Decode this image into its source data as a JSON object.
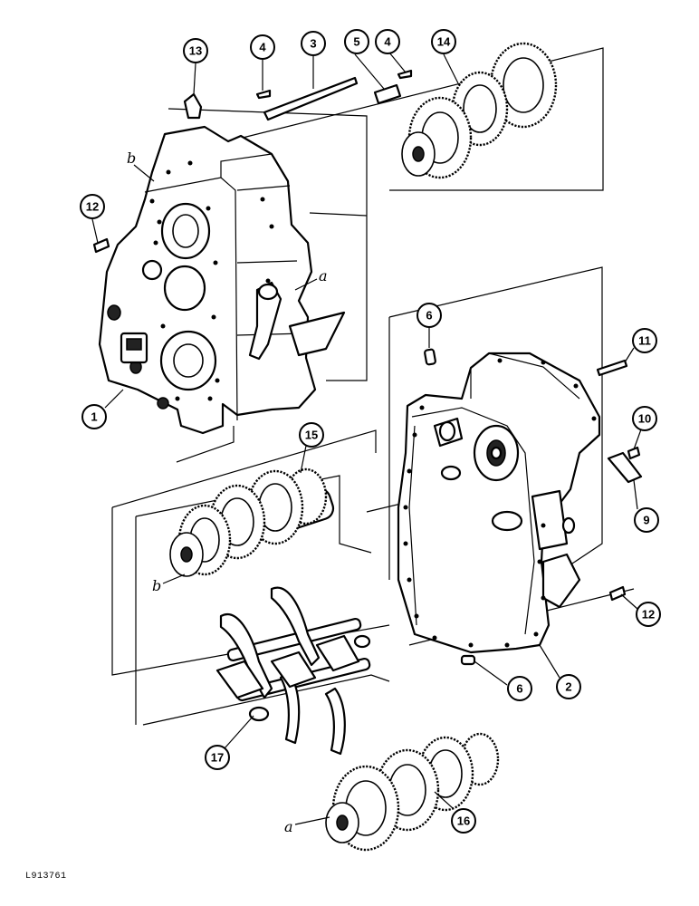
{
  "callouts": [
    {
      "id": "c1",
      "label": "1"
    },
    {
      "id": "c2",
      "label": "2"
    },
    {
      "id": "c3",
      "label": "3"
    },
    {
      "id": "c4a",
      "label": "4"
    },
    {
      "id": "c4b",
      "label": "4"
    },
    {
      "id": "c5",
      "label": "5"
    },
    {
      "id": "c6a",
      "label": "6"
    },
    {
      "id": "c6b",
      "label": "6"
    },
    {
      "id": "c9",
      "label": "9"
    },
    {
      "id": "c10",
      "label": "10"
    },
    {
      "id": "c11",
      "label": "11"
    },
    {
      "id": "c12a",
      "label": "12"
    },
    {
      "id": "c12b",
      "label": "12"
    },
    {
      "id": "c13",
      "label": "13"
    },
    {
      "id": "c14",
      "label": "14"
    },
    {
      "id": "c15",
      "label": "15"
    },
    {
      "id": "c16",
      "label": "16"
    },
    {
      "id": "c17",
      "label": "17"
    }
  ],
  "reference_letters": {
    "a_upper": "a",
    "a_lower": "a",
    "b_upper": "b",
    "b_lower": "b"
  },
  "drawing_id": "L913761"
}
